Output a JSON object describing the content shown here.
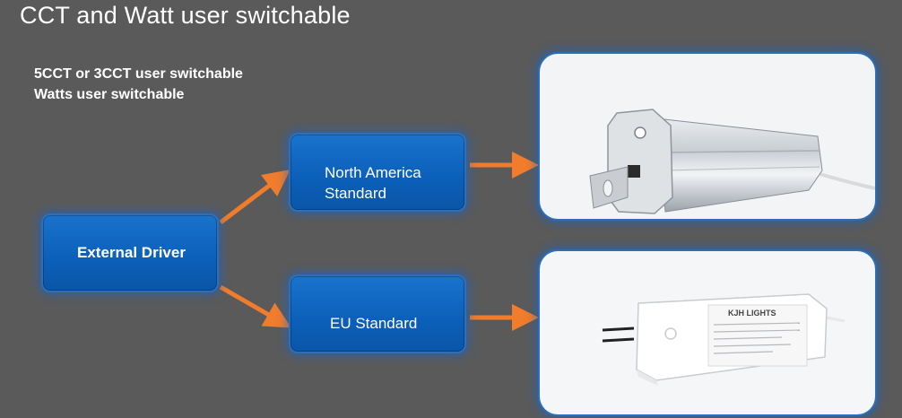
{
  "title": "CCT and Watt user switchable",
  "subtitle": {
    "line1": "5CCT or 3CCT user switchable",
    "line2": "Watts user switchable"
  },
  "nodes": {
    "driver": "External Driver",
    "north_america": {
      "line1": "North America",
      "line2": "Standard"
    },
    "eu": "EU Standard"
  },
  "product_labels": {
    "eu_driver_brand": "KJH LIGHTS"
  },
  "colors": {
    "background": "#5a5a5a",
    "box_blue": "#0b5fb8",
    "arrow_orange": "#f07c2c"
  },
  "icons": [
    "arrow-right-icon",
    "arrow-diagonal-icon"
  ]
}
